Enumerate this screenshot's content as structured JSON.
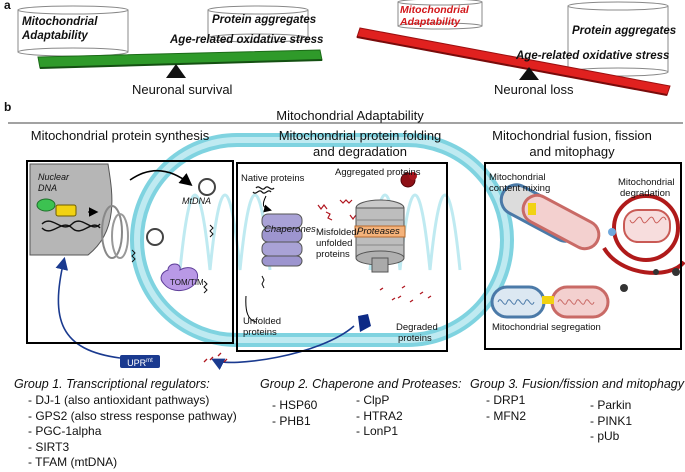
{
  "panel_a": {
    "letter": "a",
    "left_scale": {
      "cylinder_left": {
        "line1": "Mitochondrial",
        "line2": "Adaptability"
      },
      "cylinder_right": "Protein aggregates",
      "stress_label": "Age-related oxidative stress",
      "outcome": "Neuronal survival",
      "beam_color": "#2f9a2a"
    },
    "right_scale": {
      "cylinder_left": {
        "line1": "Mitochondrial",
        "line2": "Adaptability"
      },
      "cylinder_right": "Protein aggregates",
      "stress_label": "Age-related oxidative stress",
      "outcome": "Neuronal loss",
      "beam_color": "#e0211f"
    }
  },
  "panel_b": {
    "letter": "b",
    "main_title": "Mitochondrial Adaptability",
    "col1_title": "Mitochondrial protein synthesis",
    "col2_title": {
      "line1": "Mitochondrial protein folding",
      "line2": "and degradation"
    },
    "col3_title": {
      "line1": "Mitochondrial fusion, fission",
      "line2": "and mitophagy"
    },
    "box1": {
      "nuclear_dna": {
        "line1": "Nuclear",
        "line2": "DNA"
      },
      "mtdna": "MtDNA",
      "tom_tim": "TOM/TIM"
    },
    "box2": {
      "native": "Native proteins",
      "aggregated": "Aggregated proteins",
      "chaperones": "Chaperones",
      "misfolded": {
        "line1": "Misfolded/",
        "line2": "unfolded",
        "line3": "proteins"
      },
      "proteases": "Proteases",
      "unfolded": {
        "line1": "Unfolded",
        "line2": "proteins"
      },
      "degraded": {
        "line1": "Degraded",
        "line2": "proteins"
      }
    },
    "box3": {
      "content_mixing": {
        "line1": "Mitochondrial",
        "line2": "content mixing"
      },
      "degradation": {
        "line1": "Mitochondrial",
        "line2": "degradation"
      },
      "segregation": "Mitochondrial segregation"
    },
    "upr": {
      "text": "UPR",
      "sup": "mt"
    },
    "group1": {
      "title": "Group 1. Transcriptional regulators:",
      "items": [
        "- DJ-1 (also antioxidant pathways)",
        "- GPS2 (also stress response pathway)",
        "- PGC-1alpha",
        "- SIRT3",
        "- TFAM (mtDNA)"
      ]
    },
    "group2": {
      "title": "Group 2. Chaperone and Proteases:",
      "col_a": [
        "- HSP60",
        "- PHB1"
      ],
      "col_b": [
        "- ClpP",
        "- HTRA2",
        "- LonP1"
      ]
    },
    "group3": {
      "title": "Group 3. Fusion/fission and mitophagy",
      "col_a": [
        "- DRP1",
        "- MFN2"
      ],
      "col_b": [
        "- Parkin",
        "- PINK1",
        "- pUb"
      ]
    }
  }
}
